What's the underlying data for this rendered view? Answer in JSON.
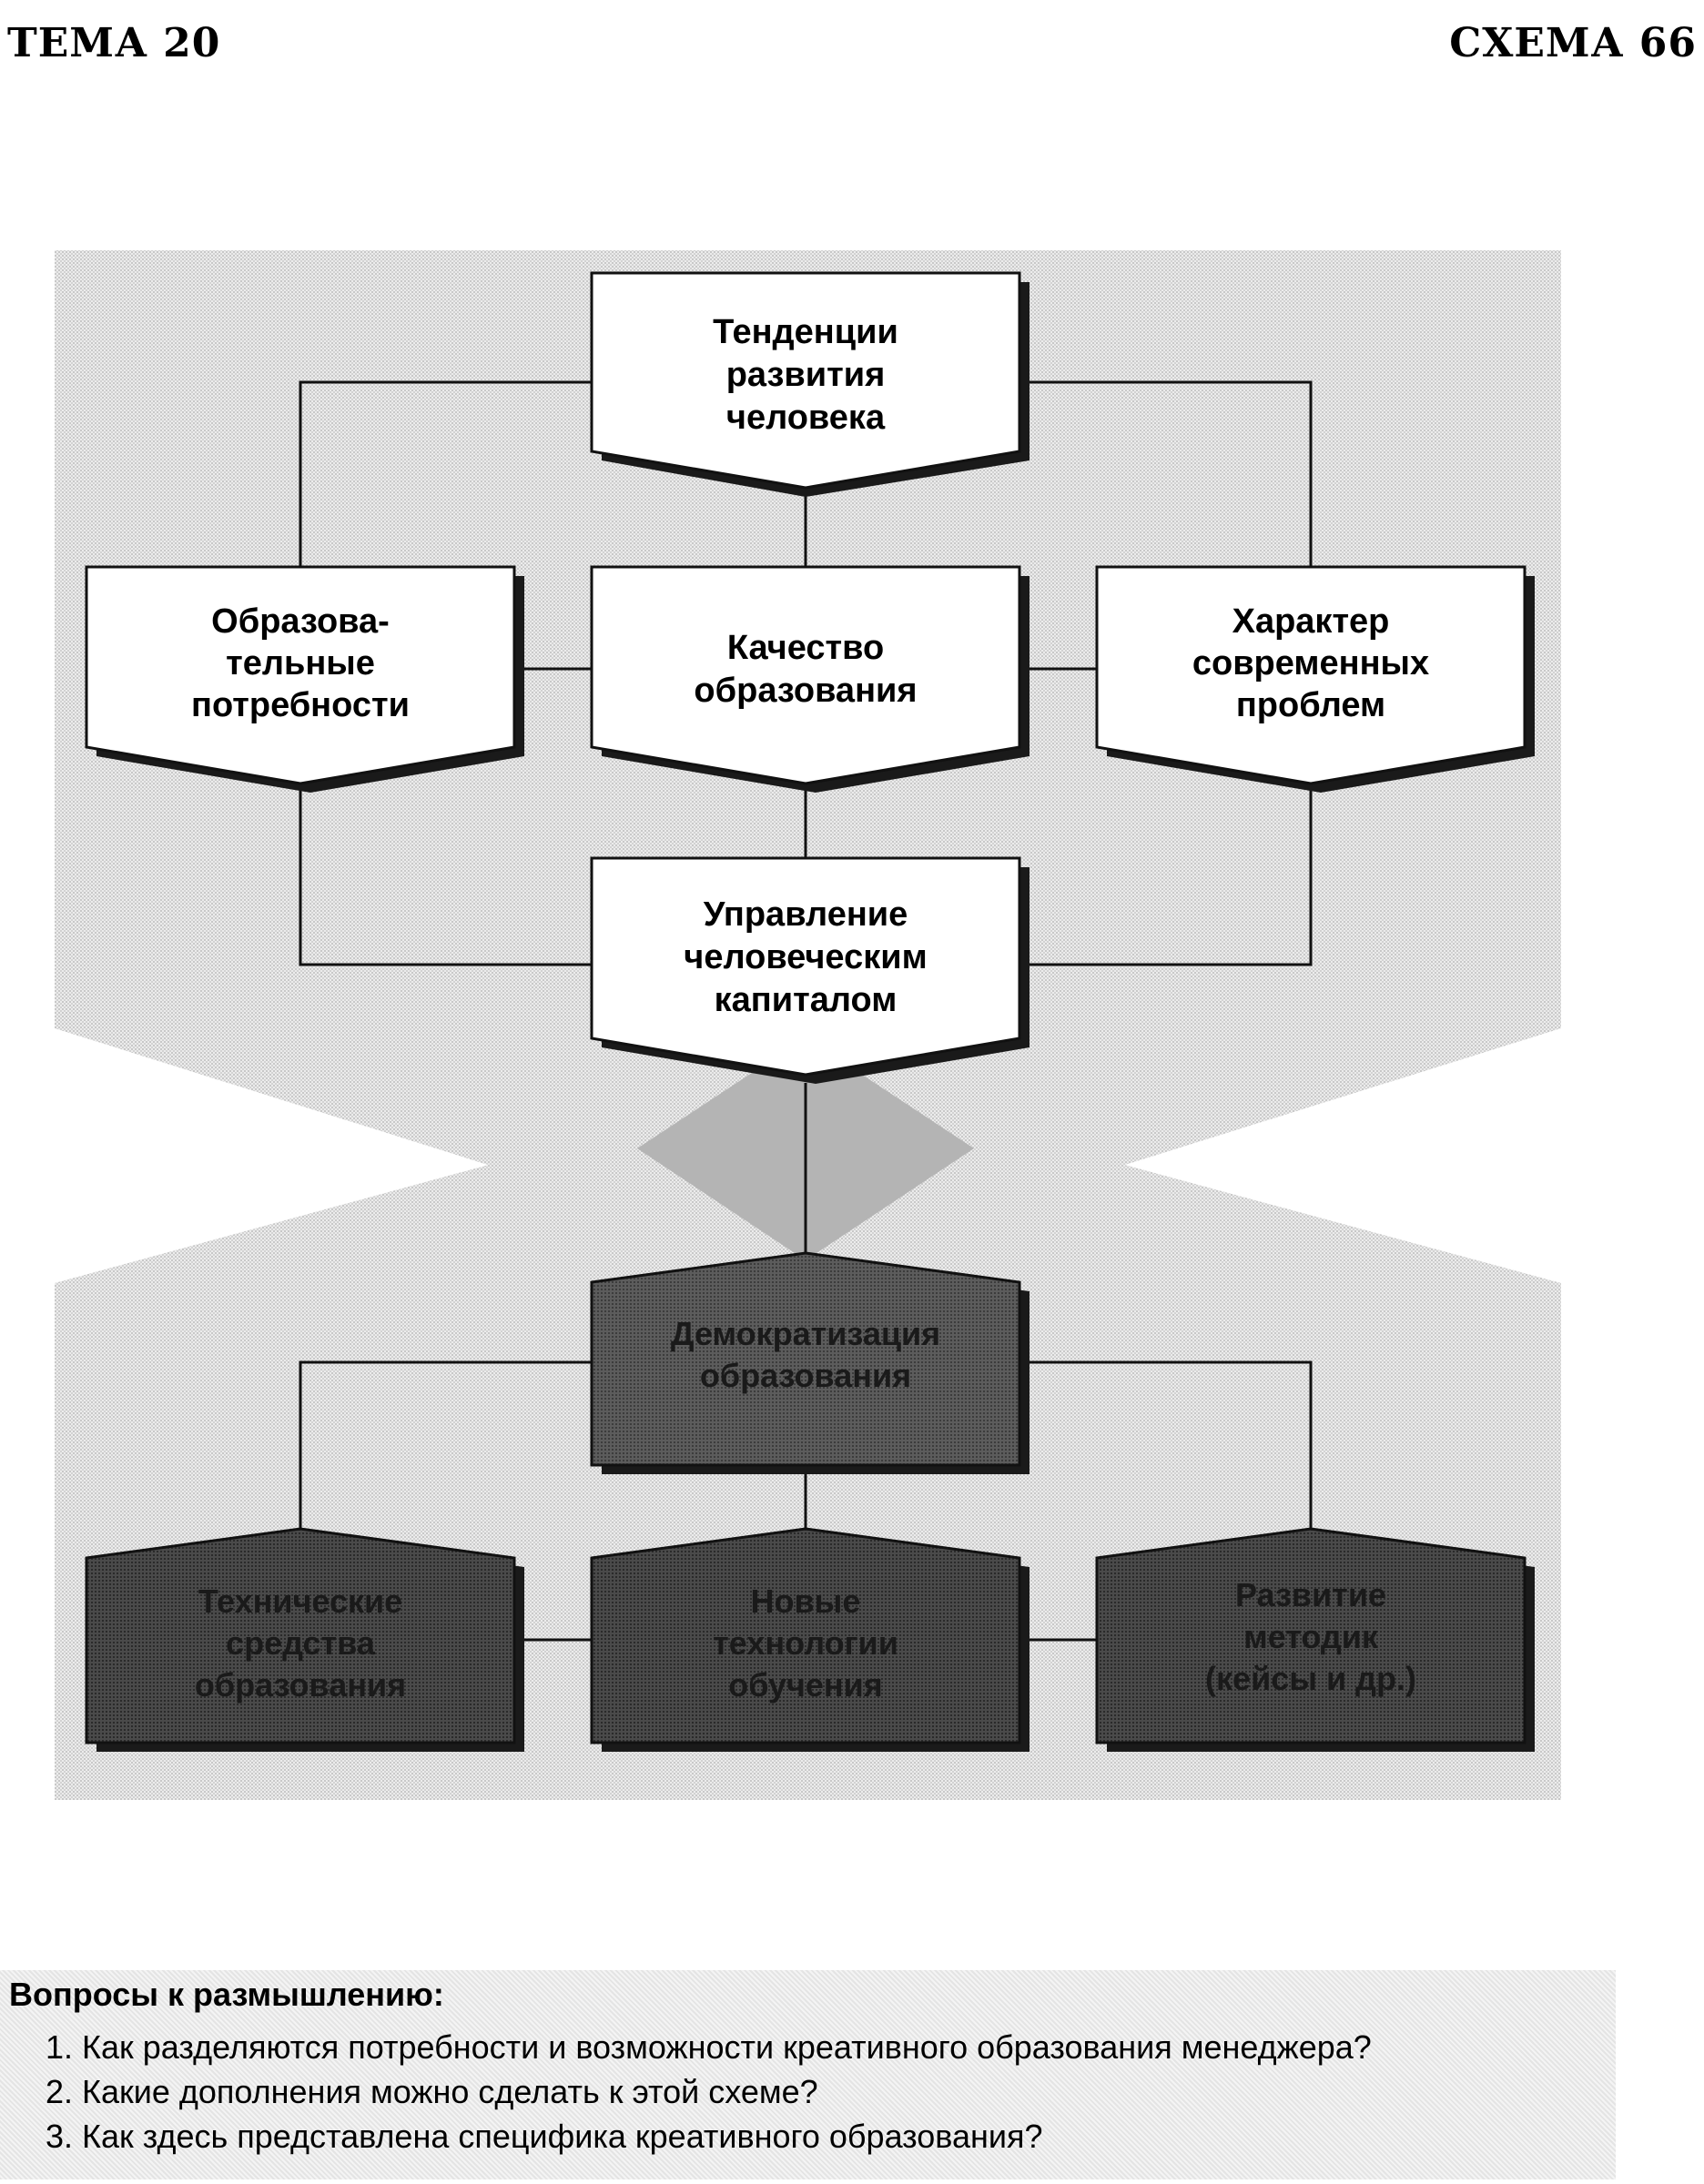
{
  "header": {
    "topic": "ТЕМА 20",
    "scheme": "СХЕМА 66"
  },
  "diagram": {
    "nodes": {
      "top": [
        "Тенденции",
        "развития",
        "человека"
      ],
      "left": [
        "Образова-",
        "тельные",
        "потребности"
      ],
      "center": [
        "Качество",
        "образования"
      ],
      "right": [
        "Характер",
        "современных",
        "проблем"
      ],
      "management": [
        "Управление",
        "человеческим",
        "капиталом"
      ],
      "democratization": [
        "Демократизация",
        "образования"
      ],
      "bottom_left": [
        "Технические",
        "средства",
        "образования"
      ],
      "bottom_center": [
        "Новые",
        "технологии",
        "обучения"
      ],
      "bottom_right": [
        "Развитие",
        "методик",
        "(кейсы и др.)"
      ]
    }
  },
  "questions": {
    "title": "Вопросы к размышлению:",
    "items": [
      "1. Как разделяются потребности и возможности креативного образования менеджера?",
      "2. Какие дополнения можно сделать к этой схеме?",
      "3. Как здесь представлена специфика креативного образования?"
    ]
  }
}
